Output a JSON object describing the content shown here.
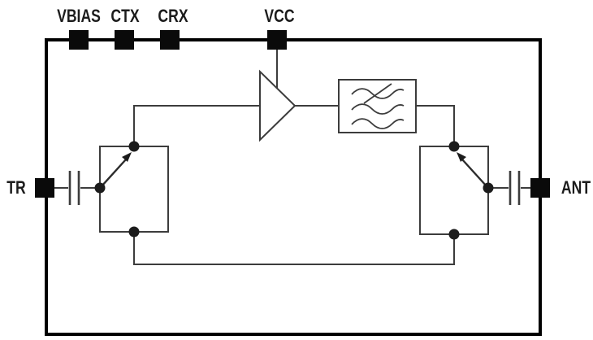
{
  "figure": {
    "type": "circuit-block-diagram",
    "pins": {
      "vbias": "VBIAS",
      "ctx": "CTX",
      "crx": "CRX",
      "vcc": "VCC",
      "tr": "TR",
      "ant": "ANT"
    },
    "blocks": {
      "amplifier": "amplifier-triangle",
      "filter": "filter-waves-slashed",
      "switch_left": "spdt-switch",
      "switch_right": "spdt-switch",
      "capacitor_left": "series-capacitor",
      "capacitor_right": "series-capacitor"
    },
    "colors": {
      "ink": "#000000",
      "wire": "#3c3c3c",
      "dot": "#1c1c1c",
      "background": "#ffffff"
    }
  }
}
